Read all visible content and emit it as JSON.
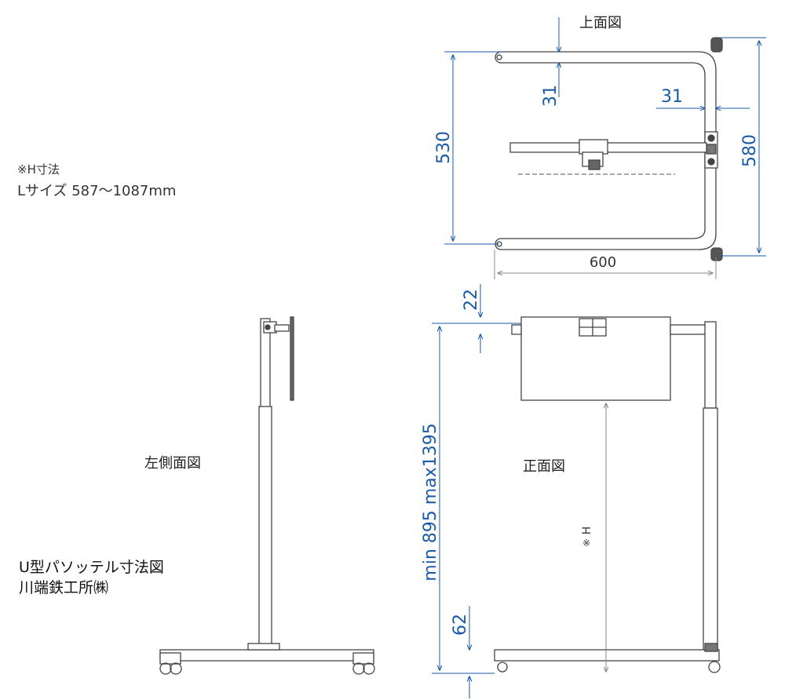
{
  "notes": {
    "h_dimension": "※H寸法",
    "l_size": "Lサイズ 587～1087mm"
  },
  "views": {
    "top": "上面図",
    "left_side": "左側面図",
    "front": "正面図"
  },
  "title": {
    "line1": "U型パソッテル寸法図",
    "line2": "川端鉄工所㈱"
  },
  "dimensions": {
    "top_tube_dia": "31",
    "side_tube_dia": "31",
    "depth_inner": "530",
    "depth_outer": "580",
    "width": "600",
    "top_offset": "22",
    "height_range": "min 895  max1395",
    "base_offset": "62",
    "h_mark": "H",
    "h_note_mark": "※"
  },
  "colors": {
    "dimension_blue": "#1a5aa8",
    "line_gray": "#555555",
    "frame_dark": "#333333"
  }
}
